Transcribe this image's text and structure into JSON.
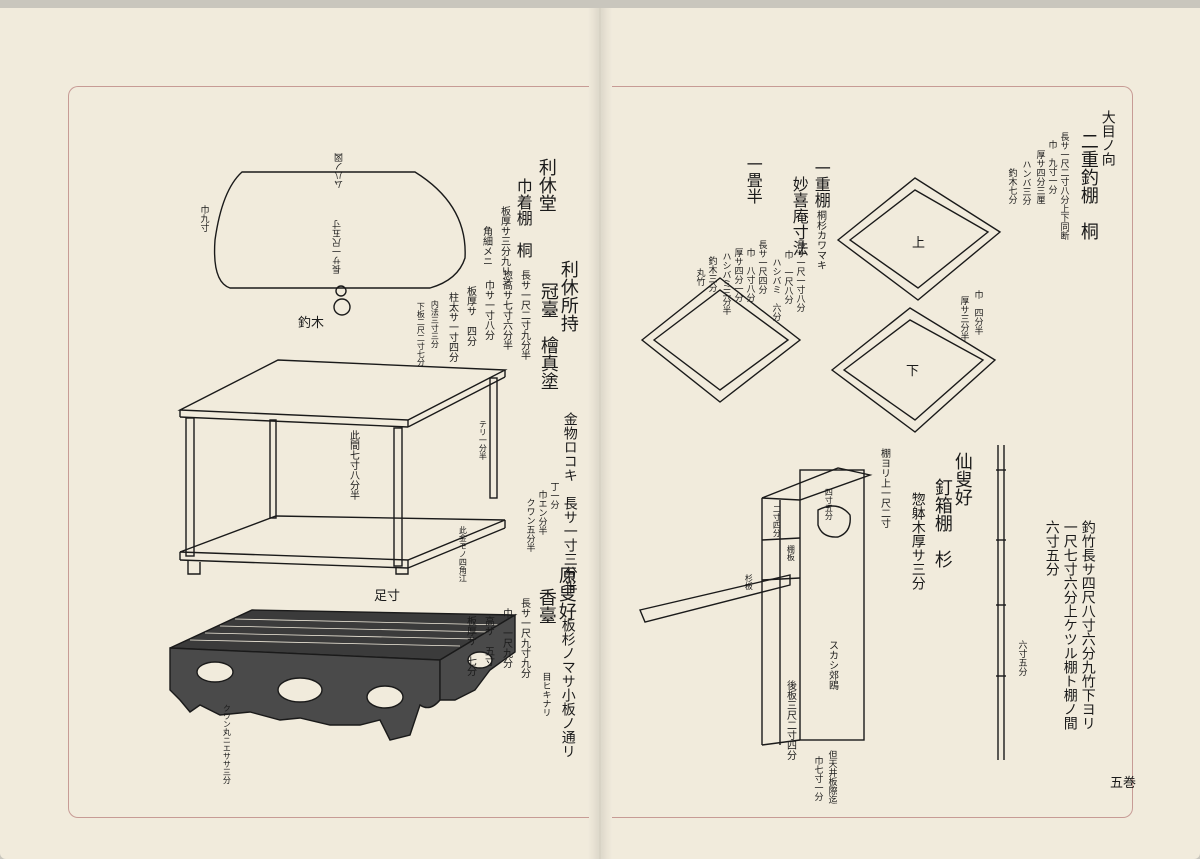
{
  "left_page": {
    "rikyu_do": {
      "title": "利休堂",
      "subtitle": "巾着棚　桐",
      "dims": [
        "板厚サ三分九リン",
        "角細メニ"
      ]
    },
    "fan_board": {
      "top_label": "ム八ノ図",
      "width_label": "巾九寸",
      "center_label": "長サ一尺五寸",
      "hook_label": "釣木"
    },
    "rikyu_shoji": {
      "title": "利休所持",
      "subtitle": "冠臺　檜真塗",
      "dims": [
        "長サ一尺二寸九分半",
        "惣高サ七寸六分半",
        "巾サ一寸八分",
        "板厚サ　四分",
        "柱太サ一寸四分",
        "内法三寸三分",
        "下板二尺二寸七分"
      ]
    },
    "table_labels": {
      "inner": "此間七寸八分半",
      "side": "テリ一分半",
      "leg": "足寸",
      "corner": "此金モノ四角江"
    },
    "kanamono": {
      "title": "金物ロコキ　長サ一寸三分半",
      "dims": [
        "丁一分",
        "巾エン分半",
        "クワン五分半"
      ]
    },
    "gensou_gonomi": {
      "title": "原叟好",
      "subtitle": "香臺",
      "note": "板杉ノマサ小板ノ通リ",
      "dims": [
        "長サ一尺九寸九分",
        "巾　一尺九分",
        "高サ　五寸",
        "板厚サ　七分"
      ],
      "grain": "目ヒキナリ"
    },
    "stand_labels": {
      "base": "クワン丸ニエササ三分"
    }
  },
  "right_page": {
    "niju_tsuri": {
      "title": "大目ノ向",
      "subtitle": "二重釣棚　桐",
      "dims": [
        "長サ一尺二寸八分上下同断",
        "巾　九寸一分",
        "厚サ四分三厘",
        "ハンバ三分",
        "釣木七分"
      ]
    },
    "ichiju_dana": {
      "title": "一重棚",
      "subtitle": "桐杉カワマキ",
      "myoki_an": "妙喜庵寸法",
      "ichijo_han": "一畳半",
      "dims": [
        "長サ一尺一寸八分",
        "巾　一尺八分",
        "ハシバミ　六分",
        "長サ一尺四分",
        "巾　八寸八分",
        "厚サ四分一分",
        "ハシバミ三分半",
        "釣木三分",
        "丸竹"
      ]
    },
    "boards": {
      "upper": "上",
      "lower": "下",
      "lower_dims": [
        "巾　四分半",
        "厚サ三分半"
      ]
    },
    "sensou_gonomi": {
      "title": "仙叟好",
      "subtitle": "釘箱棚　杉",
      "dims": [
        "惣躰木厚サ三分",
        "棚ヨリ上一尺二寸"
      ]
    },
    "tsuri_take": {
      "text1": "釣竹長サ四尺八寸六分九竹下ヨリ",
      "text2": "一尺七寸六分上ケツル棚ト棚ノ間",
      "text3": "六寸五分",
      "bottom": "六寸五分",
      "corner": "五巻"
    },
    "box_labels": {
      "back": "後板三尺二寸四分",
      "side": "スカシ郊鴎",
      "inner1": "二寸四分",
      "inner2": "四寸五分",
      "shelf": "棚板",
      "ceiling": "但天井板際迄",
      "ceiling2": "巾七寸一分",
      "board": "杉板"
    }
  }
}
